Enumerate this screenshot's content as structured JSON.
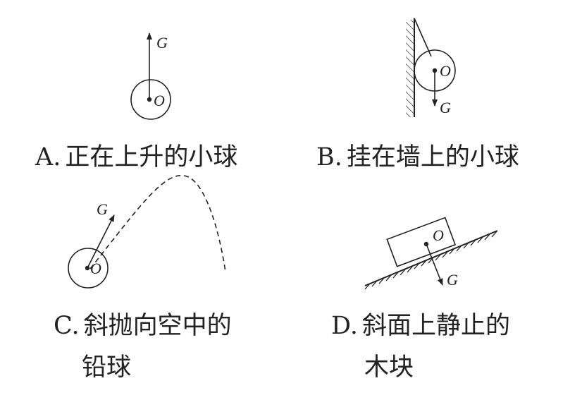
{
  "options": [
    {
      "letter": "A.",
      "text": "正在上升的小球",
      "force_label": "G",
      "point_label": "O"
    },
    {
      "letter": "B.",
      "text": "挂在墙上的小球",
      "force_label": "G",
      "point_label": "O"
    },
    {
      "letter": "C.",
      "text_line1": "斜抛向空中的",
      "text_line2": "铅球",
      "force_label": "G",
      "point_label": "O"
    },
    {
      "letter": "D.",
      "text_line1": "斜面上静止的",
      "text_line2": "木块",
      "force_label": "G",
      "point_label": "O"
    }
  ]
}
